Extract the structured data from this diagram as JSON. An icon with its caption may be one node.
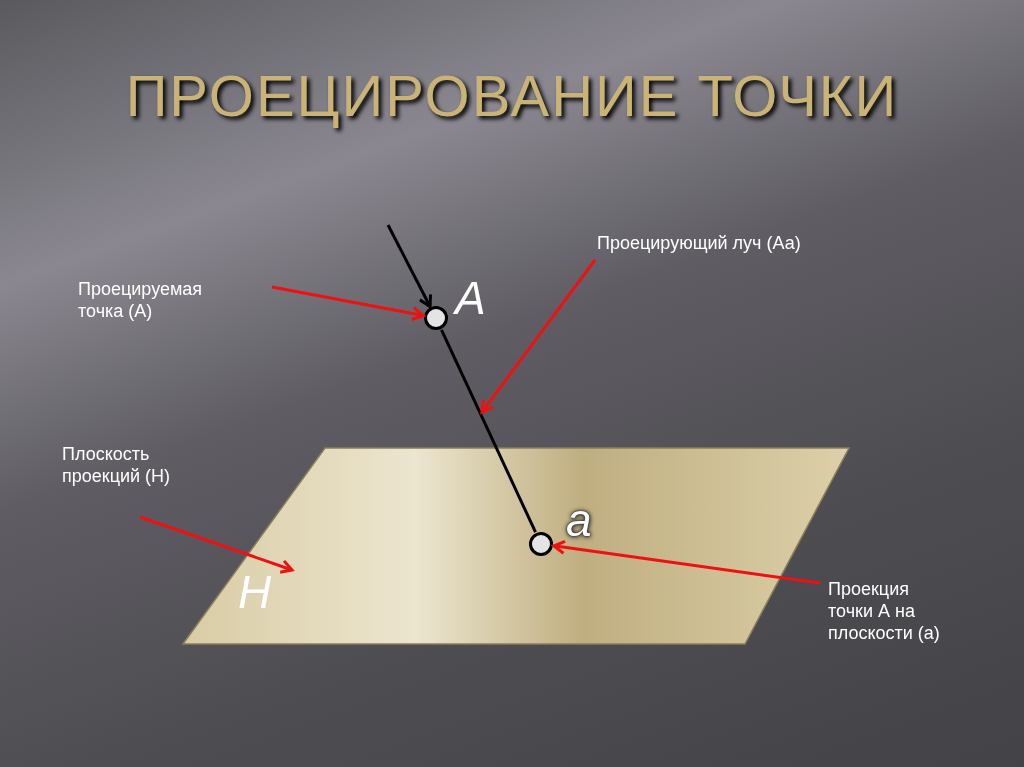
{
  "diagram": {
    "title": "ПРОЕЦИРОВАНИЕ ТОЧКИ",
    "nodes": [
      {
        "text": [
          "H"
        ]
      },
      {
        "text": [],
        "shape": "circle",
        "beside": [
          "A"
        ]
      },
      {
        "text": [],
        "shape": "circle",
        "beside": [
          "a"
        ],
        "in": 0
      },
      {
        "text": [
          "Проецируемая точка (А)"
        ]
      },
      {
        "text": [
          "Проецирующий луч (Аа)"
        ]
      },
      {
        "text": [
          "Плоскость проекций (Н)"
        ]
      },
      {
        "text": [
          "Проекция точки А на плоскости (а)"
        ]
      }
    ],
    "edges": [
      {
        "from": null,
        "to": 1,
        "arrow": "to",
        "color": "#000000"
      },
      {
        "from": 1,
        "to": 2,
        "arrow": "none",
        "color": "#000000"
      },
      {
        "from": 3,
        "to": 1,
        "arrow": "to"
      },
      {
        "from": 4,
        "to": null,
        "arrow": "to"
      },
      {
        "from": 5,
        "to": 0,
        "arrow": "to"
      },
      {
        "from": 6,
        "to": 2,
        "arrow": "to"
      }
    ]
  }
}
